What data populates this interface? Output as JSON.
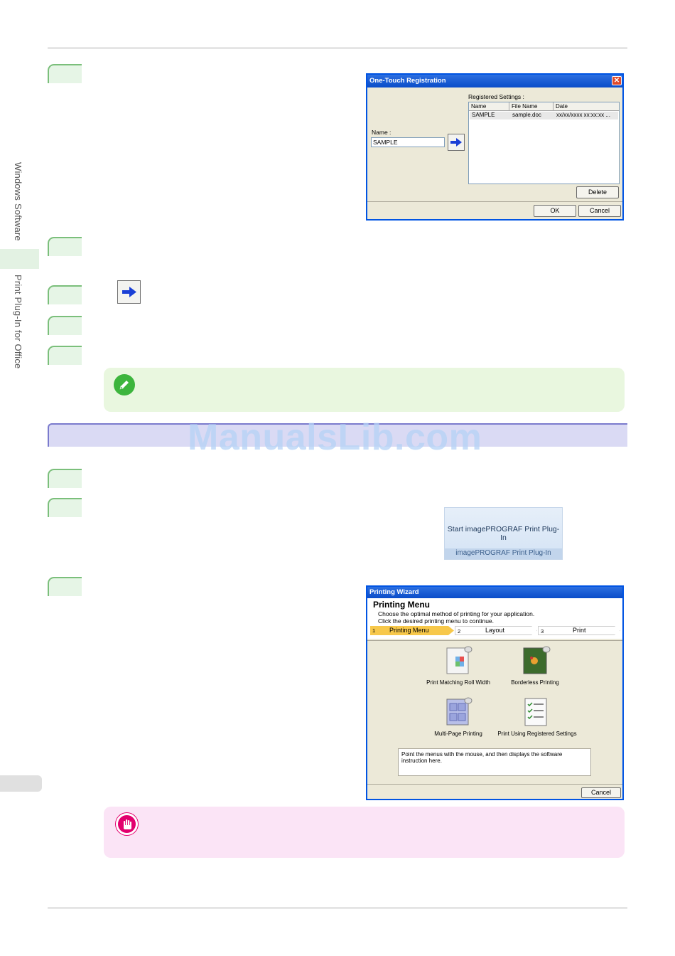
{
  "sidebar": {
    "section_top": "Windows Software",
    "section_bottom": "Print Plug-In for Office"
  },
  "one_touch_dialog": {
    "title": "One-Touch Registration",
    "name_label": "Name :",
    "name_value": "SAMPLE",
    "registered_label": "Registered Settings :",
    "columns": [
      "Name",
      "File Name",
      "Date"
    ],
    "rows": [
      {
        "name": "SAMPLE",
        "file": "sample.doc",
        "date": "xx/xx/xxxx xx:xx:xx ..."
      }
    ],
    "delete_label": "Delete",
    "ok_label": "OK",
    "cancel_label": "Cancel"
  },
  "watermark": "ManualsLib.com",
  "ribbon": {
    "button_label": "Start imagePROGRAF Print Plug-In",
    "group_label": "imagePROGRAF Print Plug-In"
  },
  "wizard": {
    "title": "Printing Wizard",
    "heading": "Printing Menu",
    "desc1": "Choose the optimal method of printing for your application.",
    "desc2": "Click the desired printing menu to continue.",
    "steps": [
      {
        "num": "1",
        "label": "Printing Menu"
      },
      {
        "num": "2",
        "label": "Layout"
      },
      {
        "num": "3",
        "label": "Print"
      }
    ],
    "items": [
      {
        "label": "Print Matching Roll Width"
      },
      {
        "label": "Borderless Printing"
      },
      {
        "label": "Multi-Page Printing"
      },
      {
        "label": "Print Using Registered Settings"
      }
    ],
    "info_text": "Point the menus with the mouse, and then displays the software instruction here.",
    "cancel_label": "Cancel"
  },
  "colors": {
    "accent_green": "#7bbf7b",
    "xp_blue": "#0054e3",
    "section_purple": "#7a7acd",
    "note_green": "#e9f7df",
    "note_pink": "#fbe4f6"
  }
}
